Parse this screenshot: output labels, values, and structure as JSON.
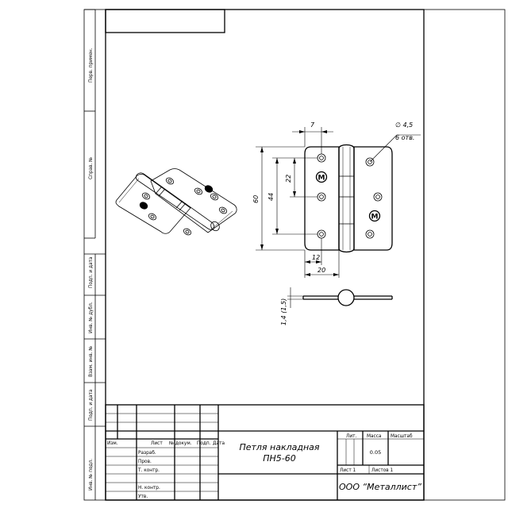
{
  "side_columns": [
    "Перв. примен.",
    "Справ. №",
    "Подп. и дата",
    "Инв. № дубл.",
    "Взам. инв. №",
    "Подп. и дата",
    "Инв. № подл."
  ],
  "title_block": {
    "rev_headers": [
      "Изм.",
      "Лист",
      "№ докум.",
      "Подп.",
      "Дата"
    ],
    "roles": [
      "Разраб.",
      "Пров.",
      "Т. контр.",
      "",
      "Н. контр.",
      "Утв."
    ],
    "title_line1": "Петля накладная",
    "title_line2": "ПН5-60",
    "lit_header": "Лит.",
    "mass_header": "Масса",
    "scale_header": "Масштаб",
    "mass_value": "0.05",
    "sheet_label": "Лист 1",
    "sheets_label": "Листов 1",
    "company": "ООО “Металлист”"
  },
  "dimensions": {
    "top_width": "7",
    "hole_dia": "∅ 4,5",
    "hole_count": "6 отв.",
    "height_total": "60",
    "height_mid": "44",
    "height_small": "22",
    "offset_12": "12",
    "offset_20": "20",
    "thickness": "1,4 (1,5)"
  },
  "logo_letter": "М"
}
